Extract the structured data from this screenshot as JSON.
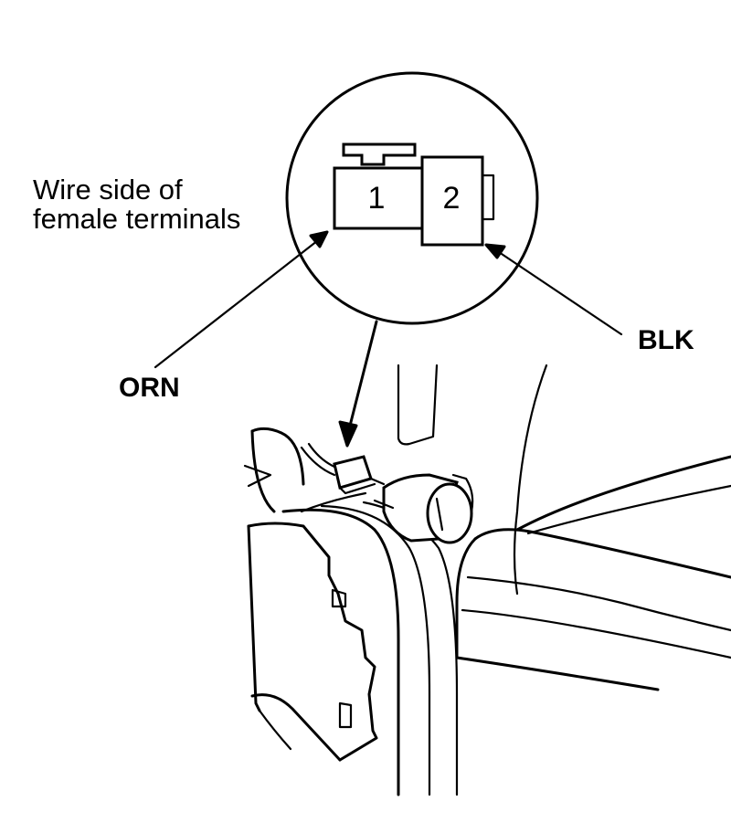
{
  "callout": {
    "line1": "Wire side of",
    "line2": "female terminals"
  },
  "terminals": [
    {
      "number": "1"
    },
    {
      "number": "2"
    }
  ],
  "wires": {
    "left": "ORN",
    "right": "BLK"
  }
}
